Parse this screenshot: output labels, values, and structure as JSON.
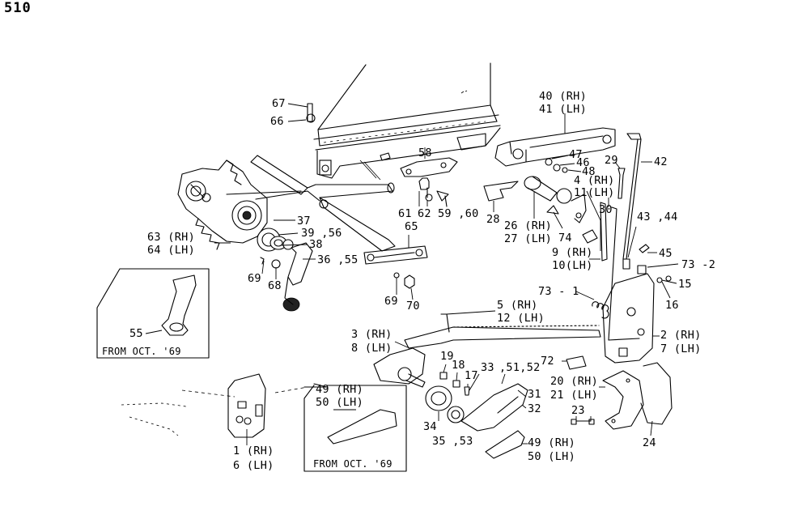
{
  "page_number": "510",
  "callouts": [
    {
      "id": "c67",
      "text": "67"
    },
    {
      "id": "c66",
      "text": "66"
    },
    {
      "id": "c40",
      "text": "40 (RH)"
    },
    {
      "id": "c41",
      "text": "41 (LH)"
    },
    {
      "id": "c58",
      "text": "58"
    },
    {
      "id": "c47",
      "text": "47"
    },
    {
      "id": "c46",
      "text": "46"
    },
    {
      "id": "c48",
      "text": "48"
    },
    {
      "id": "c29",
      "text": "29"
    },
    {
      "id": "c42",
      "text": "42"
    },
    {
      "id": "c4",
      "text": "4 (RH)"
    },
    {
      "id": "c11",
      "text": "11(LH)"
    },
    {
      "id": "c61",
      "text": "61"
    },
    {
      "id": "c62",
      "text": "62"
    },
    {
      "id": "c5960",
      "text": "59 ,60"
    },
    {
      "id": "c28",
      "text": "28"
    },
    {
      "id": "c26",
      "text": "26 (RH)"
    },
    {
      "id": "c27",
      "text": "27 (LH)"
    },
    {
      "id": "c74",
      "text": "74"
    },
    {
      "id": "c30",
      "text": "30"
    },
    {
      "id": "c4344",
      "text": "43 ,44"
    },
    {
      "id": "c37",
      "text": "37"
    },
    {
      "id": "c3956",
      "text": "39 ,56"
    },
    {
      "id": "c38",
      "text": "38"
    },
    {
      "id": "c63",
      "text": "63 (RH)"
    },
    {
      "id": "c64",
      "text": "64 (LH)"
    },
    {
      "id": "c65",
      "text": "65"
    },
    {
      "id": "c3655",
      "text": "36 ,55"
    },
    {
      "id": "c9",
      "text": "9 (RH)"
    },
    {
      "id": "c10",
      "text": "10(LH)"
    },
    {
      "id": "c45",
      "text": "45"
    },
    {
      "id": "c732",
      "text": "73 -2"
    },
    {
      "id": "c15",
      "text": "15"
    },
    {
      "id": "c69a",
      "text": "69"
    },
    {
      "id": "c68",
      "text": "68"
    },
    {
      "id": "c731",
      "text": "73 - 1"
    },
    {
      "id": "c16",
      "text": "16"
    },
    {
      "id": "c69b",
      "text": "69"
    },
    {
      "id": "c70",
      "text": "70"
    },
    {
      "id": "c5",
      "text": "5  (RH)"
    },
    {
      "id": "c12",
      "text": "12 (LH)"
    },
    {
      "id": "c55",
      "text": "55"
    },
    {
      "id": "c3",
      "text": "3 (RH)"
    },
    {
      "id": "c8",
      "text": "8 (LH)"
    },
    {
      "id": "c2",
      "text": "2  (RH)"
    },
    {
      "id": "c7",
      "text": "7  (LH)"
    },
    {
      "id": "c19",
      "text": "19"
    },
    {
      "id": "c18",
      "text": "18"
    },
    {
      "id": "c17",
      "text": "17"
    },
    {
      "id": "c33",
      "text": "33"
    },
    {
      "id": "c5152",
      "text": ",51,52"
    },
    {
      "id": "c72",
      "text": "72"
    },
    {
      "id": "c20",
      "text": "20 (RH)"
    },
    {
      "id": "c21",
      "text": "21 (LH)"
    },
    {
      "id": "c49a",
      "text": "49 (RH)"
    },
    {
      "id": "c50a",
      "text": "50 (LH)"
    },
    {
      "id": "c31",
      "text": "31"
    },
    {
      "id": "c32",
      "text": "32"
    },
    {
      "id": "c23",
      "text": "23"
    },
    {
      "id": "c34",
      "text": "34"
    },
    {
      "id": "c3553",
      "text": "35 ,53"
    },
    {
      "id": "c49b",
      "text": "49 (RH)"
    },
    {
      "id": "c50b",
      "text": "50 (LH)"
    },
    {
      "id": "c24",
      "text": "24"
    },
    {
      "id": "c1",
      "text": "1 (RH)"
    },
    {
      "id": "c6",
      "text": "6 (LH)"
    }
  ],
  "insets": {
    "inset1_caption": "FROM OCT. '69",
    "inset2_caption": "FROM OCT. '69"
  }
}
